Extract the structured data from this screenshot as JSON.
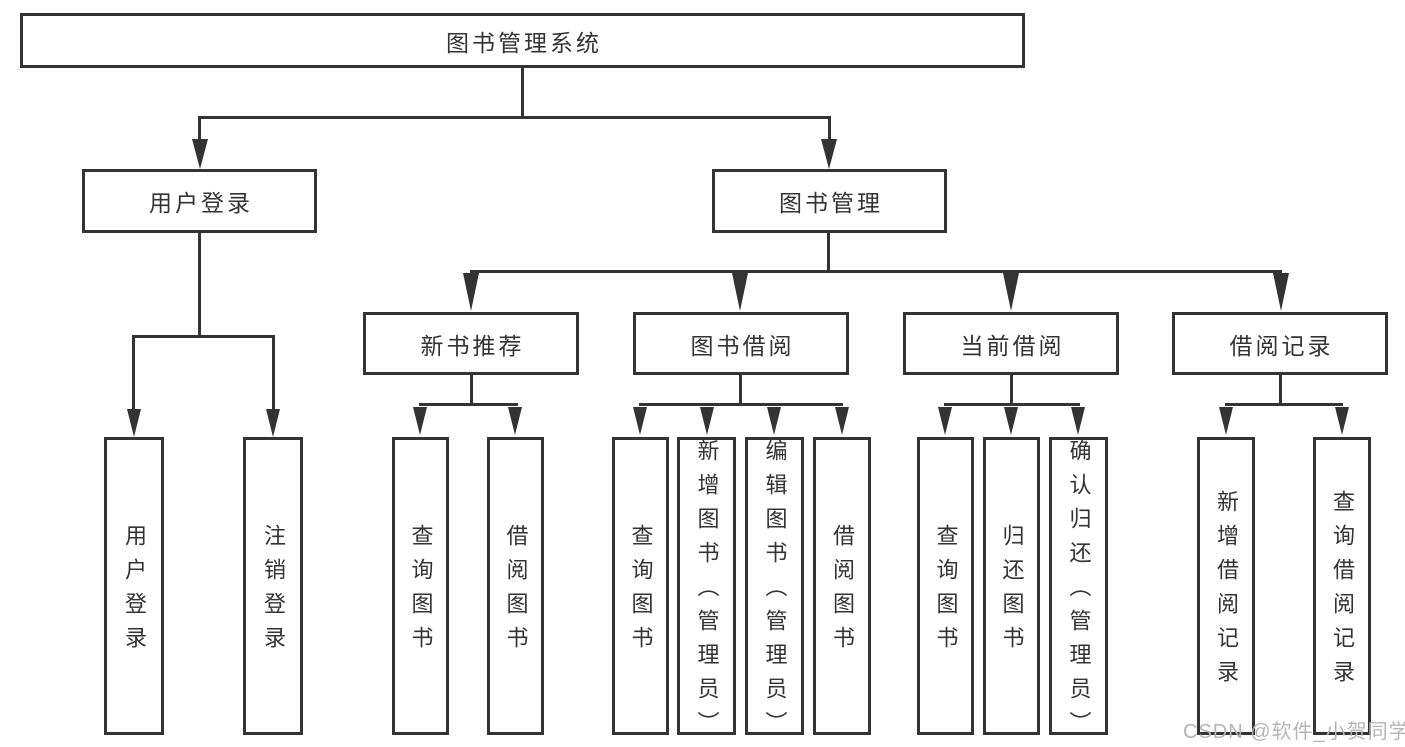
{
  "diagram": {
    "title": "图书管理系统",
    "level2": {
      "user": "用户登录",
      "book": "图书管理"
    },
    "level3": {
      "recommend": "新书推荐",
      "borrow": "图书借阅",
      "current": "当前借阅",
      "records": "借阅记录"
    },
    "leaves": {
      "user_login": "用户登录",
      "logout": "注销登录",
      "rec_query": "查询图书",
      "rec_borrow": "借阅图书",
      "bor_query": "查询图书",
      "bor_add": "新增图书（管理员）",
      "bor_edit": "编辑图书（管理员）",
      "bor_borrow": "借阅图书",
      "cur_query": "查询图书",
      "cur_return": "归还图书",
      "cur_confirm": "确认归还（管理员）",
      "records_add": "新增借阅记录",
      "records_query": "查询借阅记录"
    },
    "watermark": "CSDN @软件_小贺同学",
    "colors": {
      "line": "#333333",
      "box_border": "#333333",
      "text": "#333333",
      "background": "#ffffff",
      "watermark": "#b5b5b5"
    }
  }
}
